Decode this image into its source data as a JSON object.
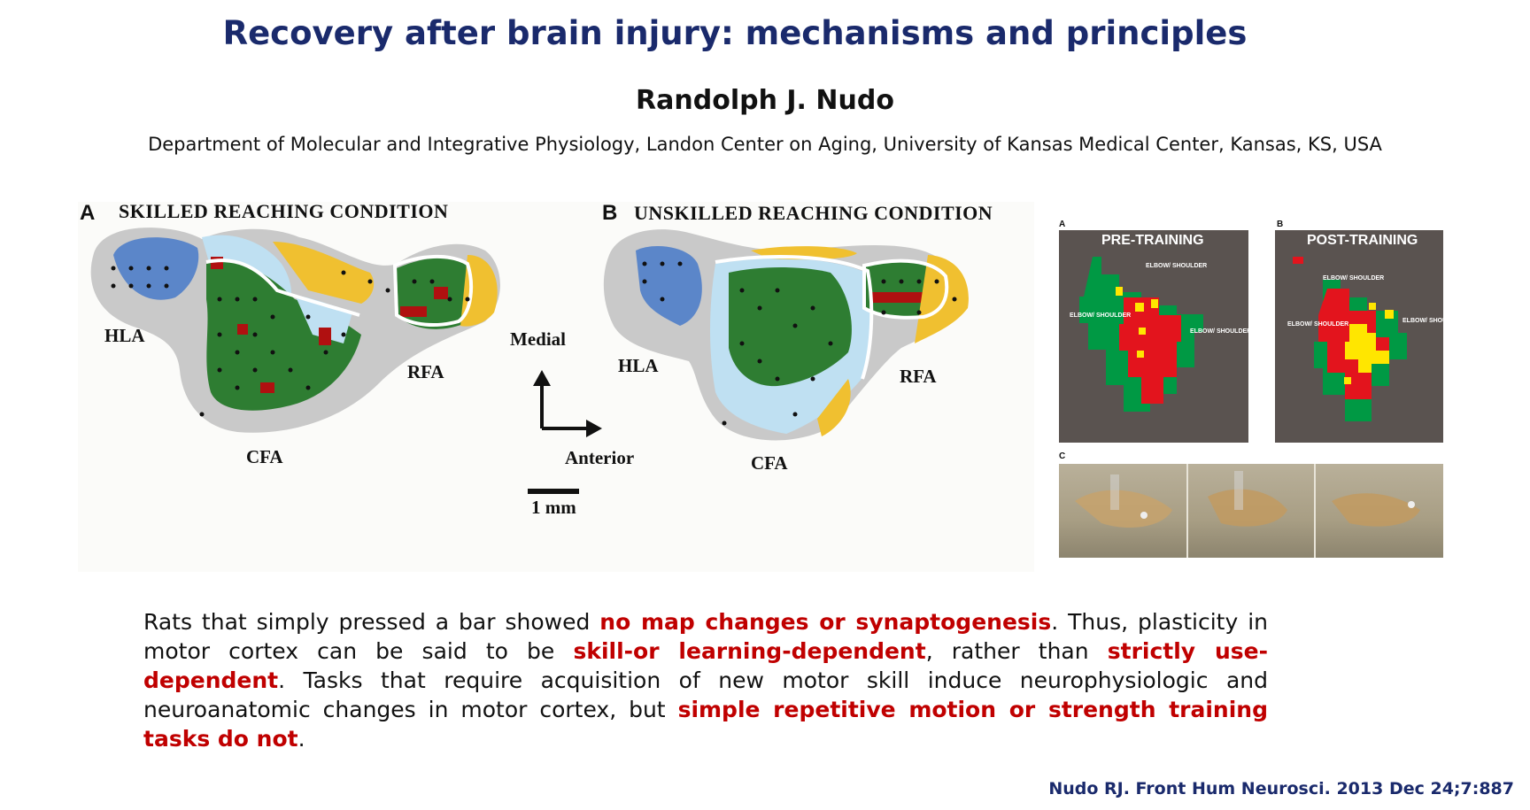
{
  "slide": {
    "title": "Recovery after brain injury: mechanisms and principles",
    "author": "Randolph J. Nudo",
    "affiliation": "Department of Molecular and Integrative Physiology, Landon Center on Aging, University of Kansas Medical Center, Kansas, KS, USA",
    "citation": "Nudo RJ. Front Hum Neurosci. 2013 Dec 24;7:887"
  },
  "figure_left": {
    "panel_a_letter": "A",
    "panel_a_title": "SKILLED REACHING CONDITION",
    "panel_b_letter": "B",
    "panel_b_title": "UNSKILLED REACHING CONDITION",
    "hla": "HLA",
    "rfa": "RFA",
    "cfa": "CFA",
    "medial": "Medial",
    "anterior": "Anterior",
    "scale": "1 mm"
  },
  "figure_right": {
    "a_letter": "A",
    "a_title": "PRE-TRAINING",
    "b_letter": "B",
    "b_title": "POST-TRAINING",
    "c_letter": "C",
    "elbow_shoulder": "ELBOW/ SHOULDER"
  },
  "body": {
    "s1": "Rats that simply pressed a bar showed ",
    "h1": "no map changes or synaptogenesis",
    "s2": ". Thus, plasticity in motor cortex can be said to be ",
    "h2": "skill-or learning-dependent",
    "s3": ", rather than ",
    "h3": "strictly use-dependent",
    "s4": ". Tasks that require acquisition of new motor skill induce neurophysiologic and neuroanatomic changes in motor cortex, but ",
    "h4": "simple repetitive motion or strength training tasks do not",
    "s5": "."
  },
  "colors": {
    "title": "#1a2a6c",
    "highlight": "#c00000",
    "map_gray": "#c9c9c9",
    "map_blue": "#5b86c9",
    "map_lightblue": "#bfe0f2",
    "map_green": "#2e7d32",
    "map_yellow": "#f0c030",
    "map_red": "#b01010"
  }
}
